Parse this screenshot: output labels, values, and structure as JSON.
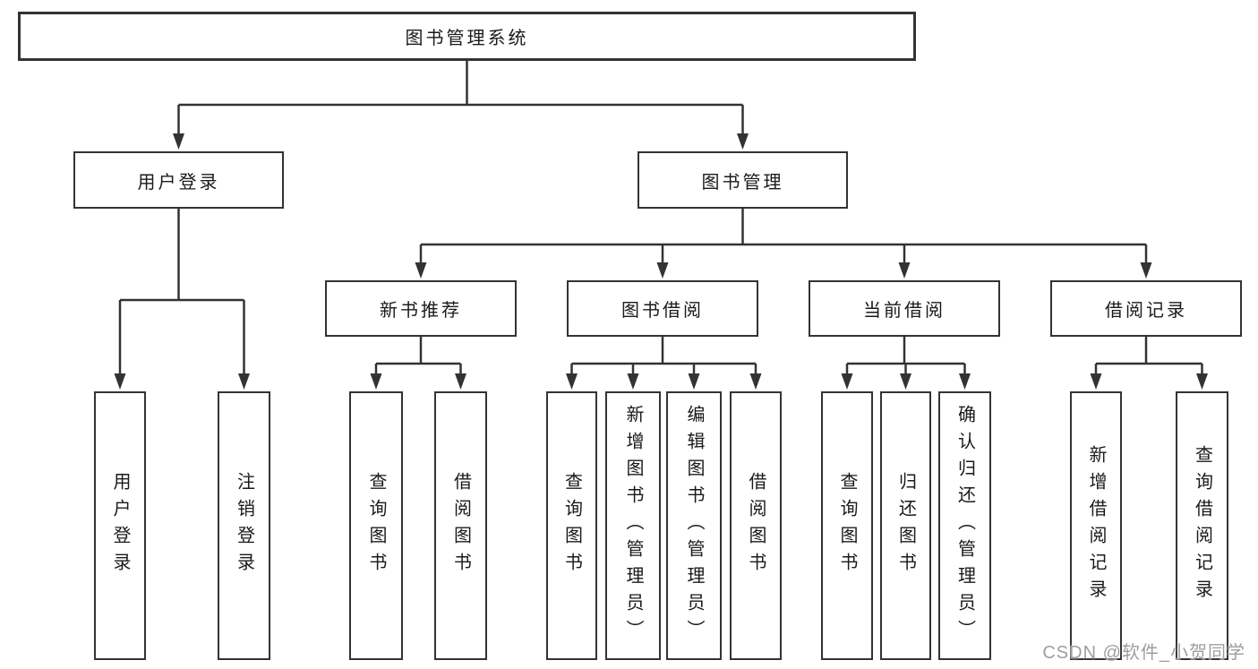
{
  "watermark": {
    "text": "CSDN @软件_小贺同学"
  },
  "colors": {
    "line": "#333333",
    "box_border": "#333333",
    "text": "#1a1a1a",
    "watermark": "#9e9e9e",
    "background": "#ffffff"
  },
  "diagram": {
    "type": "tree",
    "root": {
      "label": "图书管理系统"
    },
    "branches": [
      {
        "label": "用户登录",
        "children": [
          {
            "label": "用户登录"
          },
          {
            "label": "注销登录"
          }
        ]
      },
      {
        "label": "图书管理",
        "children": [
          {
            "label": "新书推荐",
            "children": [
              {
                "label": "查询图书"
              },
              {
                "label": "借阅图书"
              }
            ]
          },
          {
            "label": "图书借阅",
            "children": [
              {
                "label": "查询图书"
              },
              {
                "label": "新增图书（管理员）"
              },
              {
                "label": "编辑图书（管理员）"
              },
              {
                "label": "借阅图书"
              }
            ]
          },
          {
            "label": "当前借阅",
            "children": [
              {
                "label": "查询图书"
              },
              {
                "label": "归还图书"
              },
              {
                "label": "确认归还（管理员）"
              }
            ]
          },
          {
            "label": "借阅记录",
            "children": [
              {
                "label": "新增借阅记录"
              },
              {
                "label": "查询借阅记录"
              }
            ]
          }
        ]
      }
    ]
  }
}
